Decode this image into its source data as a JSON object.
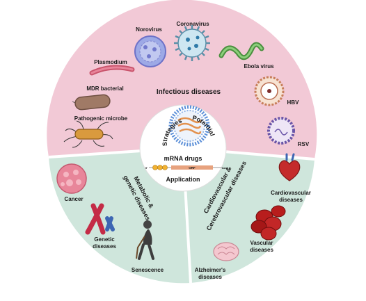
{
  "center": {
    "title": "mRNA drugs",
    "left_arc": "Strategies",
    "right_arc": "Potential",
    "bottom_label": "Application",
    "construct": {
      "cap": "5'",
      "orf": "ORF",
      "tail": "AAA 3'"
    }
  },
  "sectors": {
    "infectious": {
      "title": "Infectious diseases",
      "color": "#f2c9d6",
      "items": [
        "Norovirus",
        "Coronavirus",
        "Plasmodium",
        "Ebola virus",
        "MDR bacterial",
        "HBV",
        "Pathogenic microbe",
        "RSV"
      ]
    },
    "metabolic": {
      "title_line1": "Metabolic &",
      "title_line2": "genetic diseases",
      "color": "#cfe6dc",
      "items": [
        "Cancer",
        "Genetic",
        "diseases",
        "Senescence"
      ]
    },
    "cardio": {
      "title_line1": "Cardiovascular &",
      "title_line2": "Cerebrovascular diseases",
      "color": "#cfe6dc",
      "items": [
        "Cardiovascular",
        "diseases",
        "Vascular",
        "diseases",
        "Alzheimer's",
        "diseases"
      ]
    }
  },
  "colors": {
    "infectious_bg": "#f2c9d6",
    "lower_bg": "#cfe6dc",
    "divider": "#ffffff",
    "lipid_blue": "#5b8fd8",
    "orf_orange": "#e7a27e"
  },
  "icons": [
    "norovirus-icon",
    "coronavirus-icon",
    "plasmodium-icon",
    "ebola-icon",
    "bacteria-icon",
    "hbv-icon",
    "microbe-icon",
    "rsv-icon",
    "lipid-nanoparticle-icon",
    "cancer-cell-icon",
    "chromosome-icon",
    "elderly-person-icon",
    "heart-icon",
    "blood-cells-icon",
    "brain-icon"
  ]
}
